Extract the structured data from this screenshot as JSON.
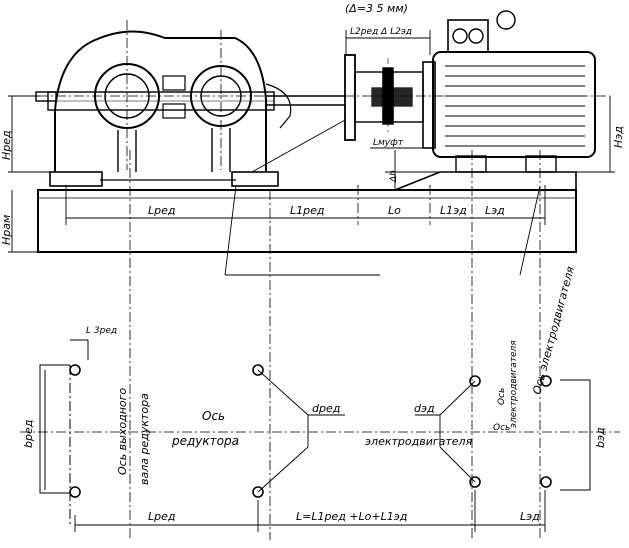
{
  "drawing": {
    "gap_note": "(Δ=3  5 мм)",
    "labels": {
      "l2red_delta_l2ed": "L2ред Δ  L2эд",
      "h_red": "Hред",
      "h_ram": "Hрам",
      "h_ed": "Hэд",
      "l_muft": "Lмуфт",
      "delta_h": "Δh",
      "l_red_top": "Lред",
      "l1_red": "L1ред",
      "l_o": "Lo",
      "l1_ed": "L1эд",
      "l_ed_top": "Lэд",
      "l3_red": "L 3ред",
      "b_red": "bред",
      "b_ed": "bэд",
      "d_red": "dред",
      "d_ed": "dэд",
      "axis_output_shaft_1": "Ось выходного",
      "axis_output_shaft_2": "вала редуктора",
      "axis_reducer_1": "Ось",
      "axis_reducer_2": "редуктора",
      "axis_motor_v1": "Ось",
      "axis_motor_v2": "электродвигателя",
      "axis_motor_h1": "Ось",
      "axis_motor_h2": "электродвигателя",
      "axis_motor_diag": "Ось электродвигателя",
      "l_red_bottom": "Lред",
      "l_formula": "L=L1ред +Lo+L1эд",
      "l_ed_bottom": "Lэд"
    }
  }
}
